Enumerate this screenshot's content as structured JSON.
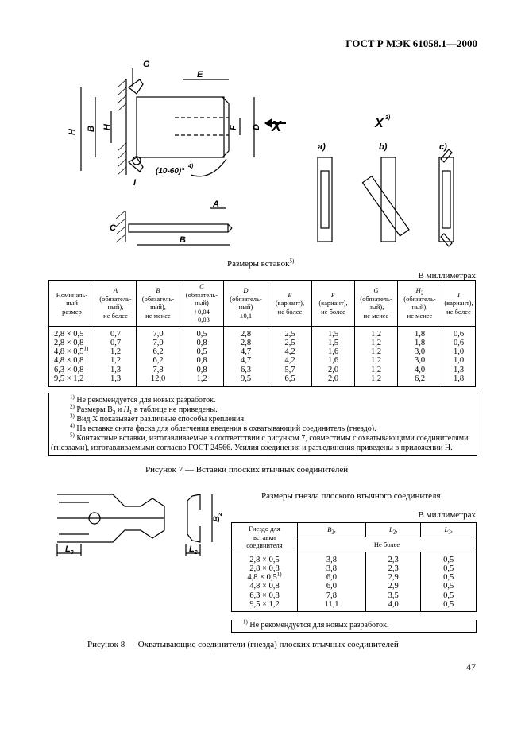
{
  "header": {
    "standard": "ГОСТ Р МЭК 61058.1—2000"
  },
  "figure7": {
    "labels": {
      "G": "G",
      "E": "E",
      "H1": "H",
      "B3": "B",
      "H2": "H",
      "F": "F",
      "D": "D",
      "X": "X",
      "angle": "(10-60)°",
      "note4": "4)",
      "I": "I",
      "A": "A",
      "C": "C",
      "B": "B",
      "Xview": "X",
      "xnote": "3)",
      "a": "а)",
      "b": "b)",
      "c": "c)"
    },
    "table_title": "Размеры вставок",
    "table_title_note": "5)",
    "units": "В миллиметрах",
    "columns": [
      {
        "name": "Номиналь-\nный\nразмер",
        "sub": ""
      },
      {
        "name": "A",
        "sub": "(обязатель-\nный),\nне более"
      },
      {
        "name": "B",
        "sub": "(обязатель-\nный),\nне менее"
      },
      {
        "name": "C",
        "sub": "(обязатель-\nный)\n+0,04\n−0,03"
      },
      {
        "name": "D",
        "sub": "(обязатель-\nный)\n±0,1"
      },
      {
        "name": "E",
        "sub": "(вариант),\nне более"
      },
      {
        "name": "F",
        "sub": "(вариант),\nне более"
      },
      {
        "name": "G",
        "sub": "(обязатель-\nный),\nне менее"
      },
      {
        "name": "H",
        "sub": "(обязатель-\nный),\nне менее"
      },
      {
        "name": "I",
        "sub": "(вариант),\nне более"
      }
    ],
    "rows": [
      [
        "2,8 × 0,5",
        "0,7",
        "7,0",
        "0,5",
        "2,8",
        "2,5",
        "1,5",
        "1,2",
        "1,8",
        "0,6"
      ],
      [
        "2,8 × 0,8",
        "0,7",
        "7,0",
        "0,8",
        "2,8",
        "2,5",
        "1,5",
        "1,2",
        "1,8",
        "0,6"
      ],
      [
        "4,8 × 0,5",
        "1,2",
        "6,2",
        "0,5",
        "4,7",
        "4,2",
        "1,6",
        "1,2",
        "3,0",
        "1,0"
      ],
      [
        "4,8 × 0,8",
        "1,2",
        "6,2",
        "0,8",
        "4,7",
        "4,2",
        "1,6",
        "1,2",
        "3,0",
        "1,0"
      ],
      [
        "6,3 × 0,8",
        "1,3",
        "7,8",
        "0,8",
        "6,3",
        "5,7",
        "2,0",
        "1,2",
        "4,0",
        "1,3"
      ],
      [
        "9,5 × 1,2",
        "1,3",
        "12,0",
        "1,2",
        "9,5",
        "6,5",
        "2,0",
        "1,2",
        "6,2",
        "1,8"
      ]
    ],
    "row3_note": "1)",
    "notes": [
      "Не рекомендуется для новых разработок.",
      "Размеры B",
      "Вид X показывает различные способы крепления.",
      "На вставке снята фаска для облегчения введения в охватывающий соединитель (гнездо).",
      "Контактные вставки, изготавливаемые в соответствии с рисунком 7, совместимы с охватывающими соединителями (гнездами), изготавливаемыми согласно ГОСТ 24566. Усилия соединения и разъединения приведены в приложении Н."
    ],
    "note_marks": [
      "1)",
      "2)",
      "3)",
      "4)",
      "5)"
    ],
    "note2_parts": {
      "b3_sub": "3",
      "and": " и ",
      "h1": "H",
      "h1_sub": "1",
      "rest": " в таблице не приведены."
    },
    "caption": "Рисунок 7 — Вставки плоских втычных соединителей"
  },
  "figure8": {
    "labels": {
      "L3": "L",
      "L3sub": "3",
      "L2": "L",
      "L2sub": "2",
      "B2": "B",
      "B2sub": "2"
    },
    "table_title": "Размеры гнезда плоского втычного соединителя",
    "units": "В миллиметрах",
    "col_header": "Гнездо для\nвставки\nсоединителя",
    "cols": [
      "B",
      "L",
      "L"
    ],
    "col_subs": [
      "2",
      "2",
      "3"
    ],
    "col_comma": ",",
    "subheader": "Не более",
    "rows": [
      [
        "2,8 × 0,5",
        "3,8",
        "2,3",
        "0,5"
      ],
      [
        "2,8 × 0,8",
        "3,8",
        "2,3",
        "0,5"
      ],
      [
        "4,8 × 0,5",
        "6,0",
        "2,9",
        "0,5"
      ],
      [
        "4,8 × 0,8",
        "6,0",
        "2,9",
        "0,5"
      ],
      [
        "6,3 × 0,8",
        "7,8",
        "3,5",
        "0,5"
      ],
      [
        "9,5 × 1,2",
        "11,1",
        "4,0",
        "0,5"
      ]
    ],
    "row3_note": "1)",
    "footnote": "Не рекомендуется для новых разработок.",
    "footnote_mark": "1)",
    "caption": "Рисунок 8 — Охватывающие соединители (гнезда) плоских втычных соединителей"
  },
  "page_number": "47"
}
